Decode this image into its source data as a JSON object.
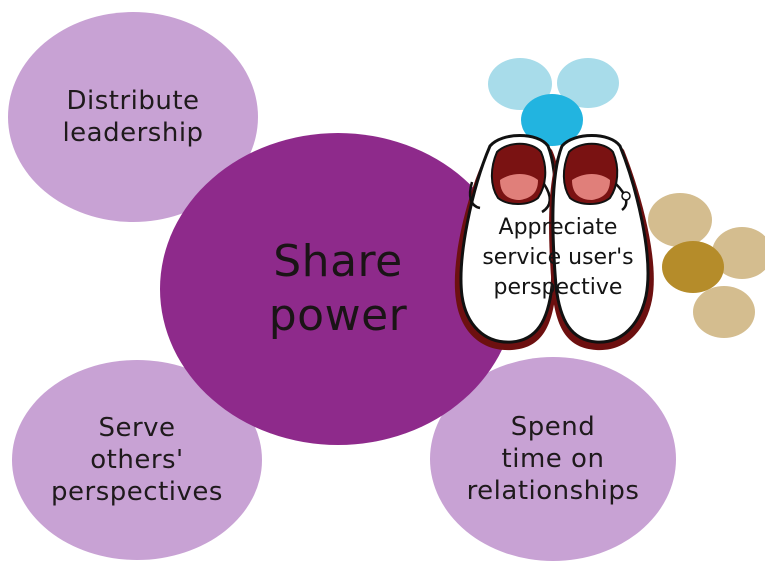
{
  "diagram": {
    "center": {
      "label": "Share\npower"
    },
    "top_left": {
      "label": "Distribute\nleadership"
    },
    "bottom_left": {
      "label": "Serve\nothers'\nperspectives"
    },
    "bottom_right": {
      "label": "Spend\ntime on\nrelationships"
    },
    "shoes": {
      "label": "Appreciate\nservice user's\nperspective"
    }
  },
  "colors": {
    "center_fill": "#8e2a8b",
    "outer_fill": "#c8a2d4",
    "blue_light": "#a8dcea",
    "blue_dark": "#22b4e0",
    "gold_light": "#d4bd8f",
    "gold_dark": "#b58c2a",
    "shoe_sole": "#6d1010",
    "shoe_inside": "#7a1212",
    "shoe_lining": "#e07f7a"
  }
}
